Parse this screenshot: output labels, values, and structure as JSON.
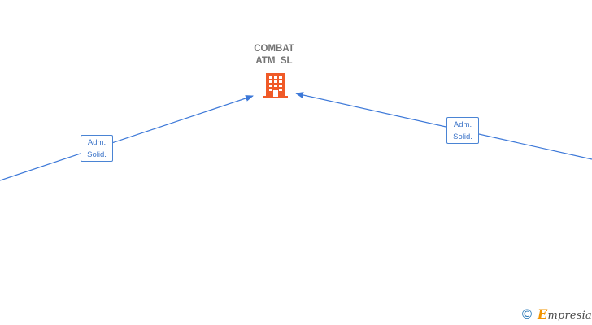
{
  "company": {
    "name_line1": "COMBAT",
    "name_line2": "ATM  SL",
    "icon": "building-icon",
    "icon_color": "#f05a28"
  },
  "relations": [
    {
      "line1": "Adm.",
      "line2": "Solid."
    },
    {
      "line1": "Adm.",
      "line2": "Solid."
    }
  ],
  "colors": {
    "edge": "#3c78d8",
    "label_border": "#4a84d4",
    "label_text": "#3c74c8",
    "title_text": "#737373"
  },
  "watermark": {
    "symbol": "©",
    "brand_initial": "E",
    "brand_rest": "mpresia",
    "symbol_color": "#2d7bb8",
    "initial_color": "#f29400"
  }
}
